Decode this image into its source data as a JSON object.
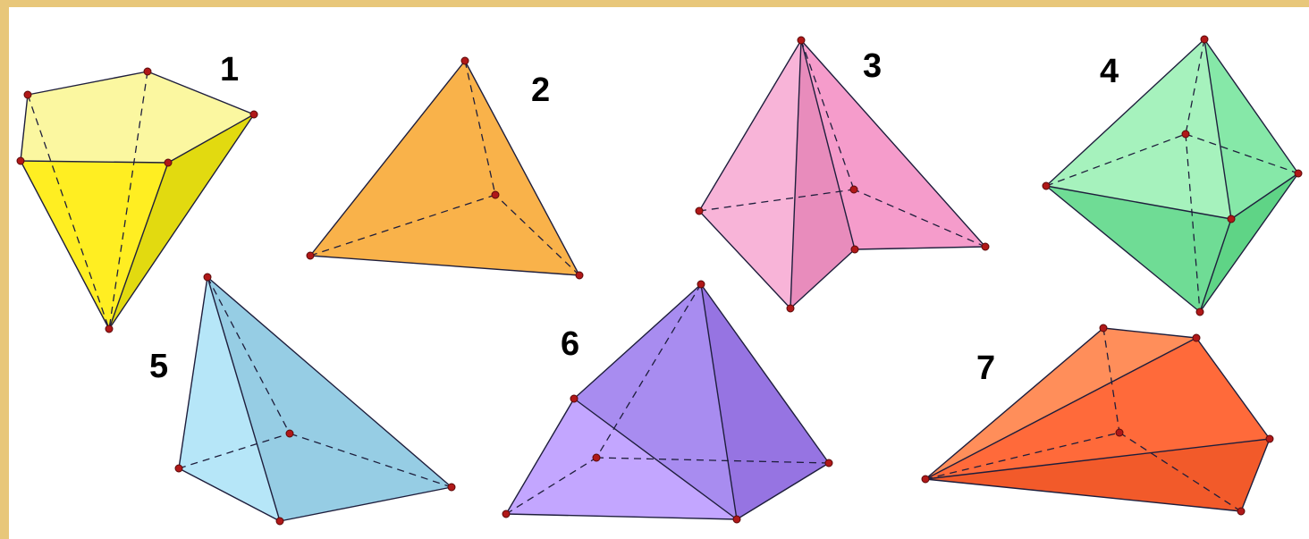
{
  "figure": {
    "shapes": [
      {
        "label": "1",
        "fill": "#f5ee3a",
        "faces": [
          "#fbf7a0",
          "#ffee22",
          "#e2da10"
        ]
      },
      {
        "label": "2",
        "fill": "#f9b24a",
        "faces": [
          "#f9b24a"
        ]
      },
      {
        "label": "3",
        "fill": "#f4a3cf",
        "faces": [
          "#f8b4d8",
          "#e88cbc",
          "#f59ccb"
        ]
      },
      {
        "label": "4",
        "fill": "#7ee6a3",
        "faces": [
          "#a6f2bd",
          "#86e8a8",
          "#6fdc95",
          "#5fd486"
        ]
      },
      {
        "label": "5",
        "fill": "#a9dcf2",
        "faces": [
          "#b6e6f8",
          "#96cde4"
        ]
      },
      {
        "label": "6",
        "fill": "#a58cf0",
        "faces": [
          "#a88cf0",
          "#9674e2",
          "#c3a6ff"
        ]
      },
      {
        "label": "7",
        "fill": "#ff6a3a",
        "faces": [
          "#ff8e5a",
          "#ff6a3a",
          "#f25a2a"
        ]
      }
    ],
    "vertex_color": "#b01818",
    "edge_color": "#1e1e3c",
    "border_color": "#e8c77a"
  }
}
